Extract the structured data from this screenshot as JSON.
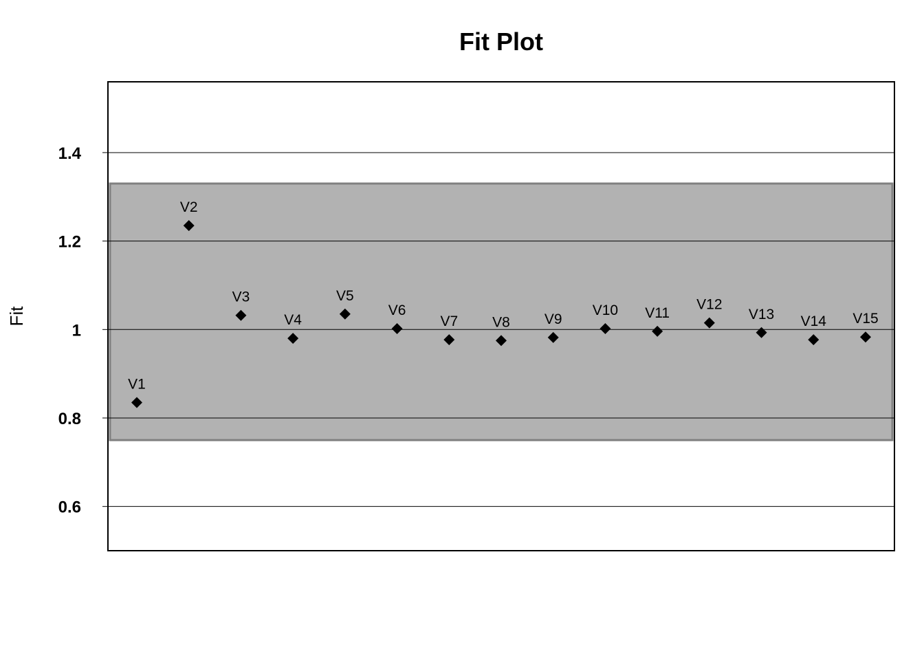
{
  "chart_data": {
    "type": "scatter",
    "title": "Fit Plot",
    "xlabel": "",
    "ylabel": "Fit",
    "ylim": [
      0.5,
      1.56
    ],
    "yticks": [
      0.6,
      0.8,
      1,
      1.2,
      1.4
    ],
    "ytick_labels": [
      "0.6",
      "0.8",
      "1",
      "1.2",
      "1.4"
    ],
    "grid": true,
    "marker": "diamond",
    "band": {
      "lower": 0.75,
      "upper": 1.33
    },
    "points": [
      {
        "label": "V1",
        "y": 0.835
      },
      {
        "label": "V2",
        "y": 1.235
      },
      {
        "label": "V3",
        "y": 1.032
      },
      {
        "label": "V4",
        "y": 0.98
      },
      {
        "label": "V5",
        "y": 1.035
      },
      {
        "label": "V6",
        "y": 1.002
      },
      {
        "label": "V7",
        "y": 0.977
      },
      {
        "label": "V8",
        "y": 0.975
      },
      {
        "label": "V9",
        "y": 0.982
      },
      {
        "label": "V10",
        "y": 1.002
      },
      {
        "label": "V11",
        "y": 0.996
      },
      {
        "label": "V12",
        "y": 1.015
      },
      {
        "label": "V13",
        "y": 0.993
      },
      {
        "label": "V14",
        "y": 0.977
      },
      {
        "label": "V15",
        "y": 0.983
      }
    ]
  },
  "colors": {
    "band_fill": "#b2b2b2",
    "band_border": "#808080",
    "marker": "#000000",
    "grid": "#000000"
  }
}
